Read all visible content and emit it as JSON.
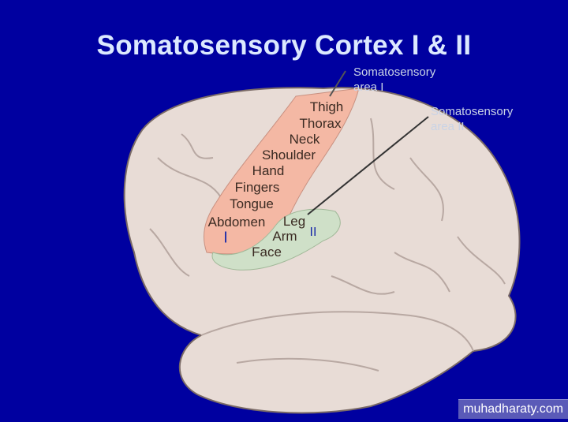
{
  "title": "Somatosensory Cortex I & II",
  "area1_labels": [
    "Thigh",
    "Thorax",
    "Neck",
    "Shoulder",
    "Hand",
    "Fingers",
    "Tongue",
    "Abdomen"
  ],
  "area2_labels": [
    "Leg",
    "Arm",
    "Face"
  ],
  "roman": {
    "area1": "I",
    "area2": "II"
  },
  "callouts": {
    "area1": [
      "Somatosensory",
      "area I"
    ],
    "area2": [
      "Somatosensory",
      "area II"
    ]
  },
  "watermark": "muhadharaty.com",
  "colors": {
    "background": "#0000a0",
    "area1": "#f4b8a4",
    "area2": "#cfe0c8",
    "brain": "#e8dcd6"
  }
}
